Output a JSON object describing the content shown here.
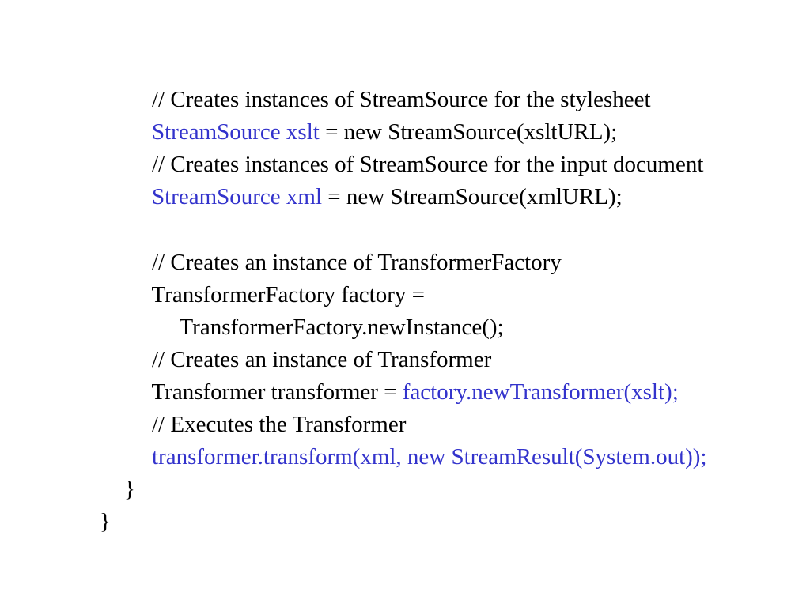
{
  "colors": {
    "text": "#000000",
    "accent": "#3333cc",
    "background": "#ffffff"
  },
  "code": {
    "lines": [
      {
        "segments": [
          {
            "text": "// Creates instances of StreamSource for the stylesheet",
            "color": "text"
          }
        ]
      },
      {
        "segments": [
          {
            "text": "StreamSource xslt",
            "color": "accent"
          },
          {
            "text": " = new StreamSource(xsltURL);",
            "color": "text"
          }
        ]
      },
      {
        "segments": [
          {
            "text": "// Creates instances of StreamSource for the input document",
            "color": "text"
          }
        ]
      },
      {
        "segments": [
          {
            "text": "StreamSource xml",
            "color": "accent"
          },
          {
            "text": " = new StreamSource(xmlURL);",
            "color": "text"
          }
        ]
      },
      {
        "segments": [
          {
            "text": "// Creates an instance of TransformerFactory",
            "color": "text"
          }
        ]
      },
      {
        "segments": [
          {
            "text": "TransformerFactory factory =",
            "color": "text"
          }
        ]
      },
      {
        "segments": [
          {
            "text": "TransformerFactory.newInstance();",
            "color": "text"
          }
        ]
      },
      {
        "segments": [
          {
            "text": "// Creates an instance of Transformer",
            "color": "text"
          }
        ]
      },
      {
        "segments": [
          {
            "text": "Transformer transformer = ",
            "color": "text"
          },
          {
            "text": "factory.newTransformer(xslt);",
            "color": "accent"
          }
        ]
      },
      {
        "segments": [
          {
            "text": "// Executes the Transformer",
            "color": "text"
          }
        ]
      },
      {
        "segments": [
          {
            "text": "transformer.transform(xml, new StreamResult(System.out));",
            "color": "accent"
          }
        ]
      },
      {
        "segments": [
          {
            "text": "}",
            "color": "text"
          }
        ]
      },
      {
        "segments": [
          {
            "text": "}",
            "color": "text"
          }
        ]
      }
    ]
  }
}
